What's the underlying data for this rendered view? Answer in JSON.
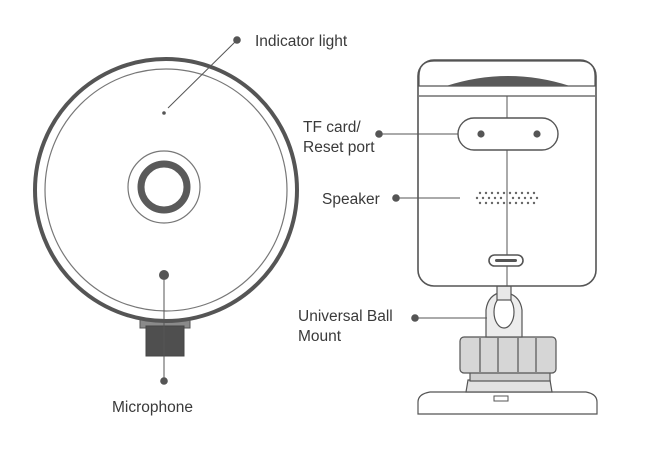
{
  "labels": {
    "indicator_light": "Indicator light",
    "tf_card_line1": "TF card/",
    "tf_card_line2": "Reset port",
    "speaker": "Speaker",
    "ball_mount_line1": "Universal Ball",
    "ball_mount_line2": "Mount",
    "microphone": "Microphone"
  },
  "colors": {
    "line": "#555555",
    "dark_fill": "#555555",
    "mid_fill": "#9a9a9a",
    "light_fill": "#dedede",
    "text": "#3a3a3a"
  }
}
